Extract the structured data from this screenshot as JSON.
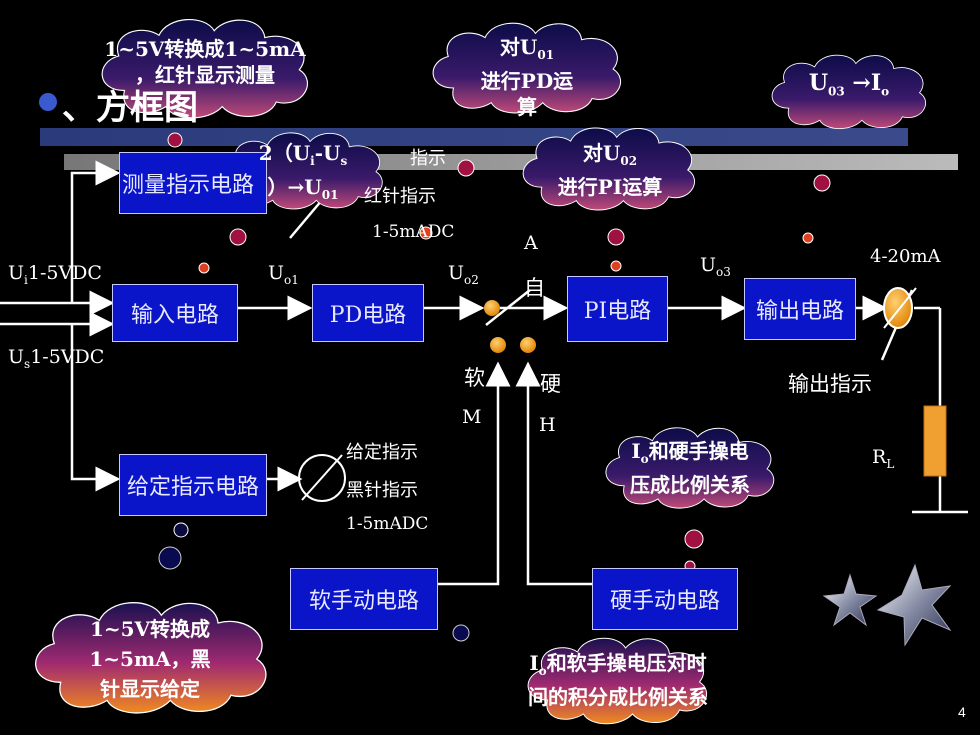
{
  "slide": {
    "page_number": "4",
    "title_fragment": "、方框图"
  },
  "blocks": {
    "measure_indicator": "测量指示电路",
    "input": "输入电路",
    "pd": "PD电路",
    "pi": "PI电路",
    "output": "输出电路",
    "setpoint_indicator": "给定指示电路",
    "soft_manual": "软手动电路",
    "hard_manual": "硬手动电路"
  },
  "labels": {
    "ui_prefix": "U",
    "ui_sub": "i",
    "ui_range": "1-5VDC",
    "us_prefix": "U",
    "us_sub": "s",
    "us_range": "1-5VDC",
    "uo1_prefix": "U",
    "uo1_sub": "o1",
    "uo2_prefix": "U",
    "uo2_sub": "o2",
    "uo3_prefix": "U",
    "uo3_sub": "o3",
    "output_current": "4-20mA",
    "auto_letter": "A",
    "auto_char": "自",
    "soft_char": "软",
    "soft_letter": "M",
    "hard_char": "硬",
    "hard_letter": "H",
    "output_indicator": "输出指示",
    "load_prefix": "R",
    "load_sub": "L",
    "measure_meter_1": "指示",
    "measure_meter_2": "红针指示",
    "measure_meter_3": "1-5mADC",
    "setpoint_meter_1": "给定指示",
    "setpoint_meter_2": "黑针指示",
    "setpoint_meter_3": "1-5mADC"
  },
  "clouds": {
    "c1_line1": "1~5V转换成1~5mA",
    "c1_line2": "，红针显示测量",
    "c2_line1_prefix": "对U",
    "c2_line1_sub": "01",
    "c2_line2": "进行PD运",
    "c2_line3": "算",
    "c3_prefix": "U",
    "c3_sub": "03",
    "c3_arrow": " →I",
    "c3_sub2": "o",
    "c4_line1_a": "2（U",
    "c4_line1_sub1": "i",
    "c4_line1_b": "-U",
    "c4_line1_sub2": "s",
    "c4_line2_a": "）→U",
    "c4_line2_sub": "01",
    "c5_line1_prefix": "对U",
    "c5_line1_sub": "02",
    "c5_line2": "进行PI运算",
    "c6_line1_a": "I",
    "c6_line1_sub": "o",
    "c6_line1_b": "和硬手操电",
    "c6_line2": "压成比例关系",
    "c7_line1": "1~5V转换成",
    "c7_line2": "1~5mA，黑",
    "c7_line3": "针显示给定",
    "c8_line1_a": "I",
    "c8_line1_sub": "o",
    "c8_line1_b": "和软手操电压对时",
    "c8_line2": "间的积分成比例关系"
  },
  "colors": {
    "block_fill": "#0a14c8",
    "cloud_top": "#101060",
    "cloud_bottom_warm": "#e07020",
    "load_resistor": "#f0a030"
  }
}
